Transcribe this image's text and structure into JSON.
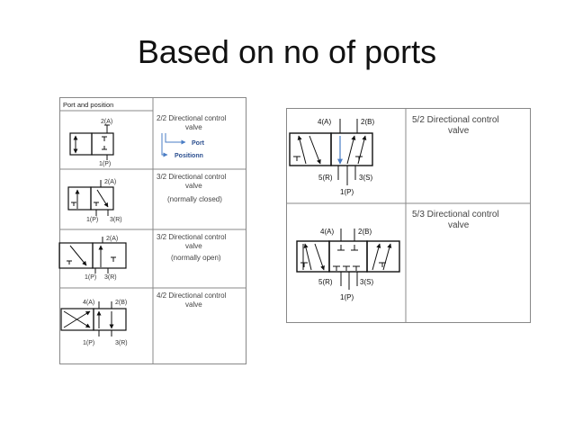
{
  "slide": {
    "title": "Based on no of ports"
  },
  "left_table": {
    "header": "Port and position",
    "rows": [
      {
        "id": "22",
        "desc_lines": [
          "2/2 Directional control",
          "valve"
        ],
        "legend": {
          "port": "Port",
          "position": "Positionn"
        },
        "ports": {
          "top": "2(A)",
          "bottom": "1(P)"
        }
      },
      {
        "id": "32nc",
        "desc_lines": [
          "3/2 Directional control",
          "valve"
        ],
        "note": "(normally closed)",
        "ports": {
          "top": "2(A)",
          "p": "1(P)",
          "r": "3(R)"
        }
      },
      {
        "id": "32no",
        "desc_lines": [
          "3/2 Directional control",
          "valve"
        ],
        "note": "(normally open)",
        "ports": {
          "top": "2(A)",
          "p": "1(P)",
          "r": "3(R)"
        }
      },
      {
        "id": "42",
        "desc_lines": [
          "4/2 Directional control",
          "valve"
        ],
        "ports": {
          "a": "4(A)",
          "b": "2(B)",
          "p": "1(P)",
          "r": "3(R)"
        }
      }
    ]
  },
  "right_table": {
    "rows": [
      {
        "id": "52",
        "desc_lines": [
          "5/2 Directional control",
          "valve"
        ],
        "ports": {
          "a": "4(A)",
          "b": "2(B)",
          "r": "5(R)",
          "s": "3(S)",
          "p": "1(P)"
        }
      },
      {
        "id": "53",
        "desc_lines": [
          "5/3 Directional control",
          "valve"
        ],
        "ports": {
          "a": "4(A)",
          "b": "2(B)",
          "r": "5(R)",
          "s": "3(S)",
          "p": "1(P)"
        }
      }
    ]
  },
  "colors": {
    "legend_blue": "#4a7dc4",
    "arrow_blue": "#4a7dc4",
    "ink": "#111111"
  }
}
